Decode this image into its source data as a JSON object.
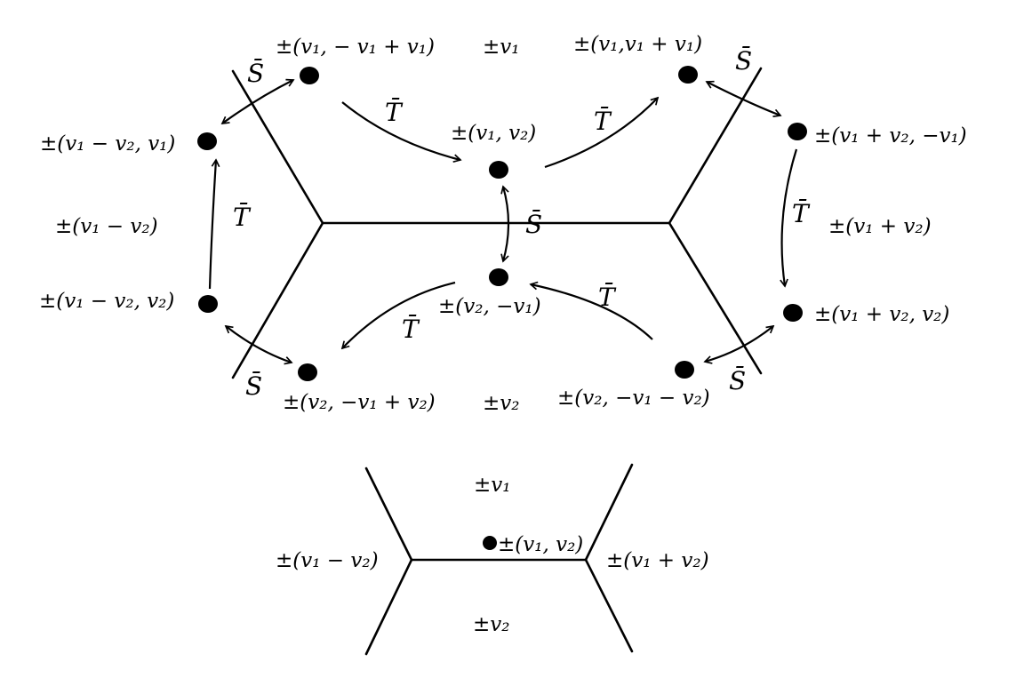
{
  "colors": {
    "ink": "#000000",
    "background": "#ffffff"
  },
  "main": {
    "edges": [
      {
        "id": "mid-horizontal"
      },
      {
        "id": "left-upper"
      },
      {
        "id": "left-lower"
      },
      {
        "id": "right-upper"
      },
      {
        "id": "right-lower"
      }
    ],
    "regions": [
      {
        "id": "top-region",
        "text": "±v₁"
      },
      {
        "id": "bottom-region",
        "text": "±v₂"
      },
      {
        "id": "left-region",
        "text": "±(v₁ − v₂)"
      },
      {
        "id": "right-region",
        "text": "±(v₁ + v₂)"
      }
    ],
    "points": [
      {
        "id": "p-top-left",
        "text": "±(v₁, − v₁ + v₁)"
      },
      {
        "id": "p-top-right",
        "text": "±(v₁,v₁ + v₁)"
      },
      {
        "id": "p-left-upper",
        "text": "±(v₁ − v₂, v₁)"
      },
      {
        "id": "p-left-lower",
        "text": "±(v₁ − v₂, v₂)"
      },
      {
        "id": "p-center-upper",
        "text": "±(v₁, v₂)"
      },
      {
        "id": "p-center-lower",
        "text": "±(v₂, −v₁)"
      },
      {
        "id": "p-right-upper",
        "text": "±(v₁ + v₂, −v₁)"
      },
      {
        "id": "p-right-lower",
        "text": "±(v₁ + v₂, v₂)"
      },
      {
        "id": "p-bottom-left",
        "text": "±(v₂, −v₁ + v₂)"
      },
      {
        "id": "p-bottom-right",
        "text": "±(v₂, −v₁ − v₂)"
      }
    ],
    "move_labels": {
      "s": "S̄",
      "t": "T̄"
    }
  },
  "inset": {
    "regions": [
      {
        "id": "inset-top",
        "text": "±v₁"
      },
      {
        "id": "inset-bottom",
        "text": "±v₂"
      },
      {
        "id": "inset-left",
        "text": "±(v₁ − v₂)"
      },
      {
        "id": "inset-right",
        "text": "±(v₁ + v₂)"
      }
    ],
    "point": {
      "id": "inset-point",
      "text": "±(v₁, v₂)"
    }
  }
}
